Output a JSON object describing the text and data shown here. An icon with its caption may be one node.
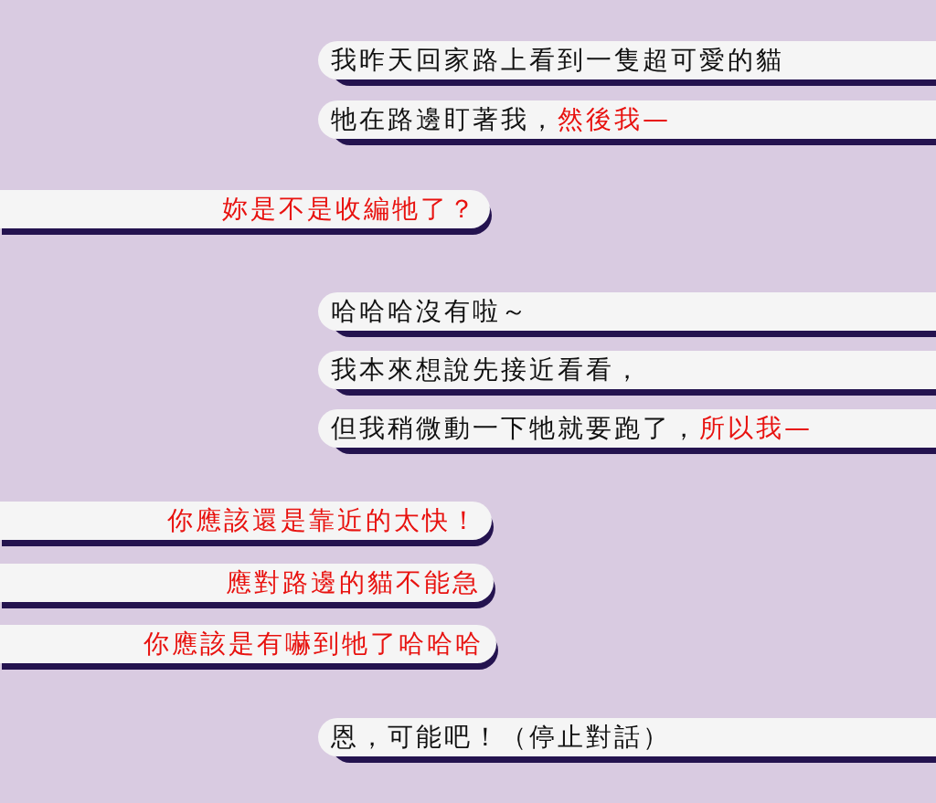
{
  "diagram": {
    "nodes": [
      {
        "text": [
          "我昨天回家路上看到一隻超可愛的貓"
        ]
      },
      {
        "text": [
          "牠在路邊盯著我，",
          "然後我—"
        ]
      },
      {
        "text": [
          "妳是不是收編牠了？"
        ]
      },
      {
        "text": [
          "哈哈哈沒有啦～"
        ]
      },
      {
        "text": [
          "我本來想說先接近看看，"
        ]
      },
      {
        "text": [
          "但我稍微動一下牠就要跑了，",
          "所以我—"
        ]
      },
      {
        "text": [
          "你應該還是靠近的太快！"
        ]
      },
      {
        "text": [
          "應對路邊的貓不能急"
        ]
      },
      {
        "text": [
          "你應該是有嚇到牠了哈哈哈"
        ]
      },
      {
        "text": [
          "恩，可能吧！（停止對話）"
        ]
      }
    ]
  }
}
